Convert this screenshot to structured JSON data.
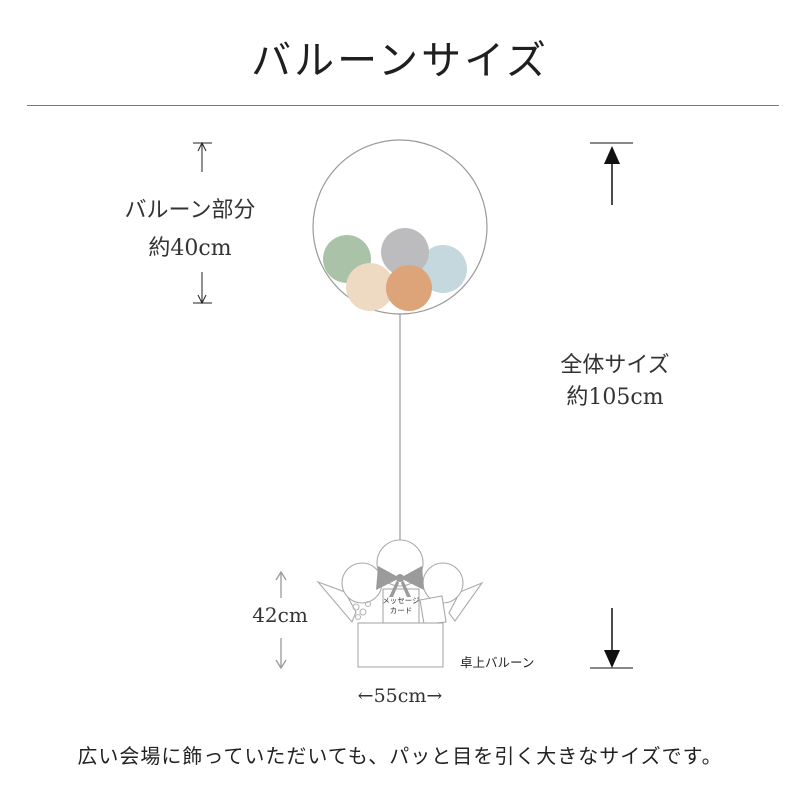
{
  "title": "バルーンサイズ",
  "balloon_part": {
    "label": "バルーン部分",
    "size": "約40cm"
  },
  "total_size": {
    "label": "全体サイズ",
    "size": "約105cm"
  },
  "desk_balloon": {
    "height": "42cm",
    "width": "←55cm→",
    "label": "卓上バルーン",
    "card_line1": "メッセージ",
    "card_line2": "カード"
  },
  "caption": "広い会場に飾っていただいても、パッと目を引く大きなサイズです。",
  "colors": {
    "line": "#9a9a9a",
    "arrow_dark": "#111111",
    "green": "#a9c2a8",
    "peach": "#eed9c2",
    "gray": "#bcbcbe",
    "orange": "#dda47a",
    "blue": "#c4d8de",
    "ribbon": "#9b9b9b"
  }
}
